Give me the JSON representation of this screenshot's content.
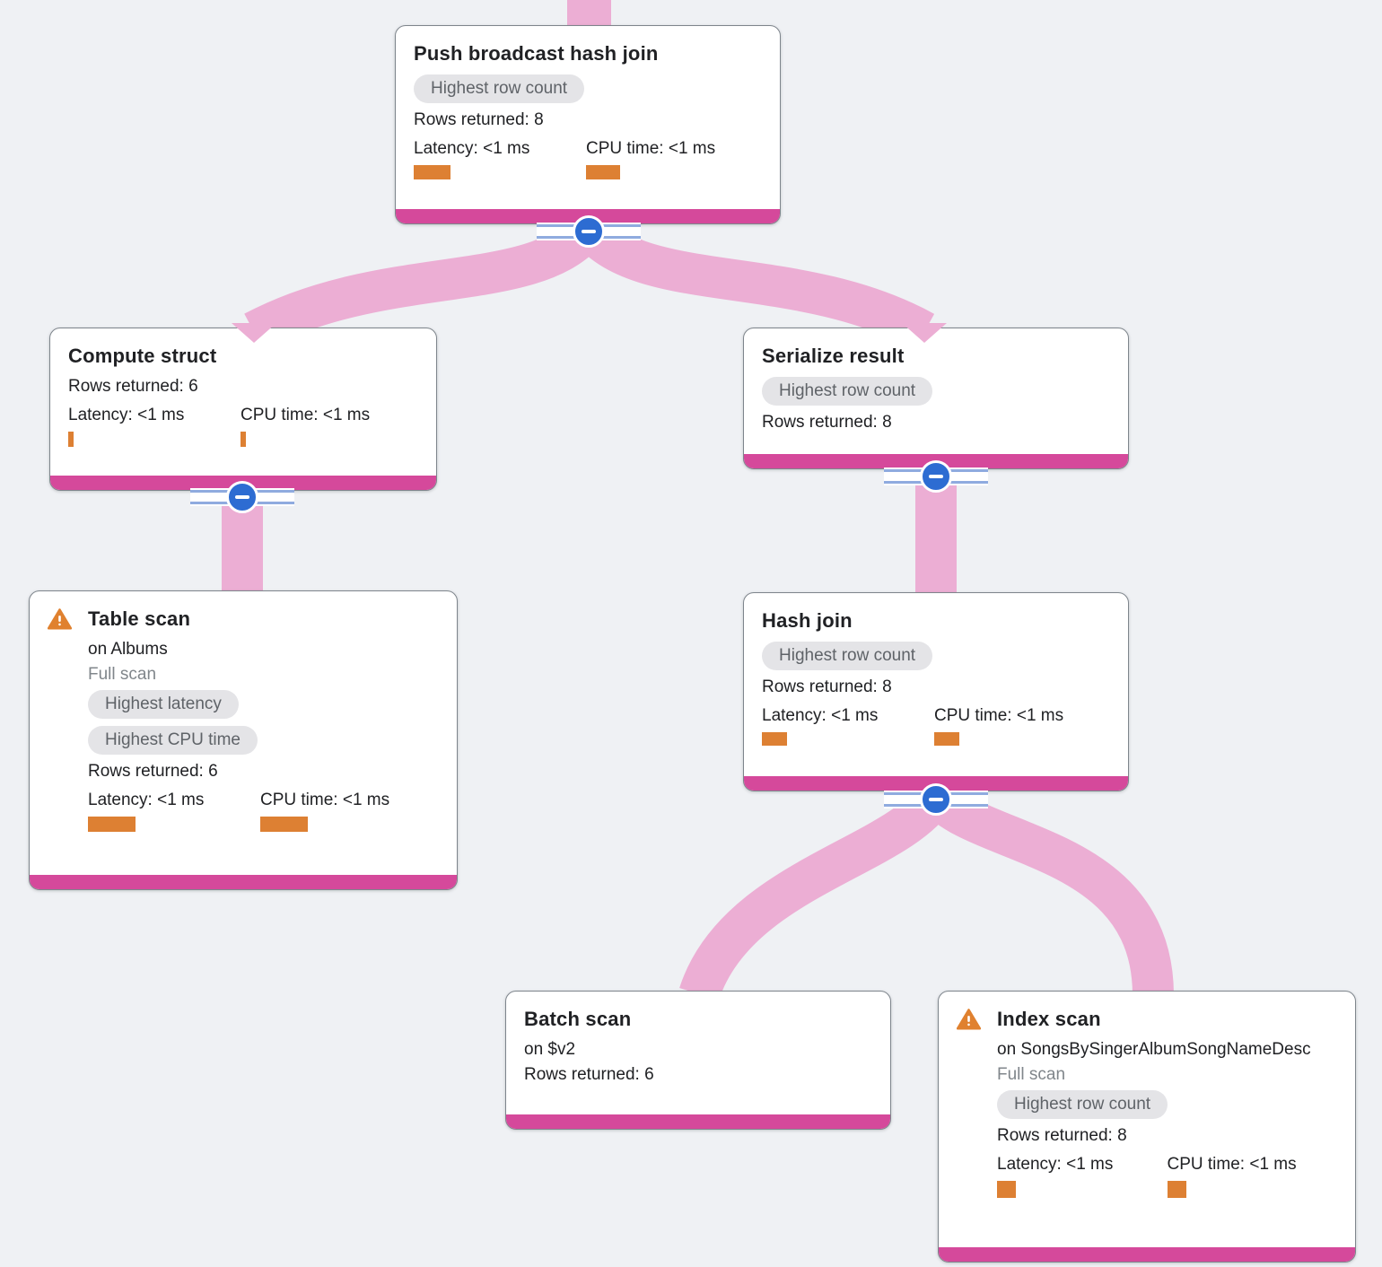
{
  "colors": {
    "background": "#eff1f4",
    "card_footer_pink": "#d5499b",
    "edge_pink": "#ecaed4",
    "metric_bar_orange": "#dd8033",
    "badge_background": "#e4e4e7",
    "badge_text": "#5f6368",
    "collapse_blue": "#2d6cd2",
    "warning_orange": "#e0812f"
  },
  "nodes": [
    {
      "title": "Push broadcast hash join",
      "badges": [
        "Highest row count"
      ],
      "rows_returned": "Rows returned: 8",
      "latency_label": "Latency: <1 ms",
      "cpu_label": "CPU time: <1 ms",
      "bars": {
        "latency": "width:41px;height:16px",
        "cpu": "width:38px;height:16px"
      }
    },
    {
      "title": "Compute struct",
      "rows_returned": "Rows returned: 6",
      "latency_label": "Latency: <1 ms",
      "cpu_label": "CPU time: <1 ms",
      "bars": {
        "latency": "width:6px;height:17px",
        "cpu": "width:6px;height:17px"
      }
    },
    {
      "title": "Serialize result",
      "badges": [
        "Highest row count"
      ],
      "rows_returned": "Rows returned: 8"
    },
    {
      "title": "Table scan",
      "subtitle": "on Albums",
      "scan_type": "Full scan",
      "badges": [
        "Highest latency",
        "Highest CPU time"
      ],
      "rows_returned": "Rows returned: 6",
      "latency_label": "Latency: <1 ms",
      "cpu_label": "CPU time: <1 ms",
      "bars": {
        "latency": "width:53px;height:17px",
        "cpu": "width:53px;height:17px"
      }
    },
    {
      "title": "Hash join",
      "badges": [
        "Highest row count"
      ],
      "rows_returned": "Rows returned: 8",
      "latency_label": "Latency: <1 ms",
      "cpu_label": "CPU time: <1 ms",
      "bars": {
        "latency": "width:28px;height:15px",
        "cpu": "width:28px;height:15px"
      }
    },
    {
      "title": "Batch scan",
      "subtitle": "on $v2",
      "rows_returned": "Rows returned: 6"
    },
    {
      "title": "Index scan",
      "subtitle": "on SongsBySingerAlbumSongNameDesc",
      "scan_type": "Full scan",
      "badges": [
        "Highest row count"
      ],
      "rows_returned": "Rows returned: 8",
      "latency_label": "Latency: <1 ms",
      "cpu_label": "CPU time: <1 ms",
      "bars": {
        "latency": "width:21px;height:19px",
        "cpu": "width:21px;height:19px"
      }
    }
  ]
}
